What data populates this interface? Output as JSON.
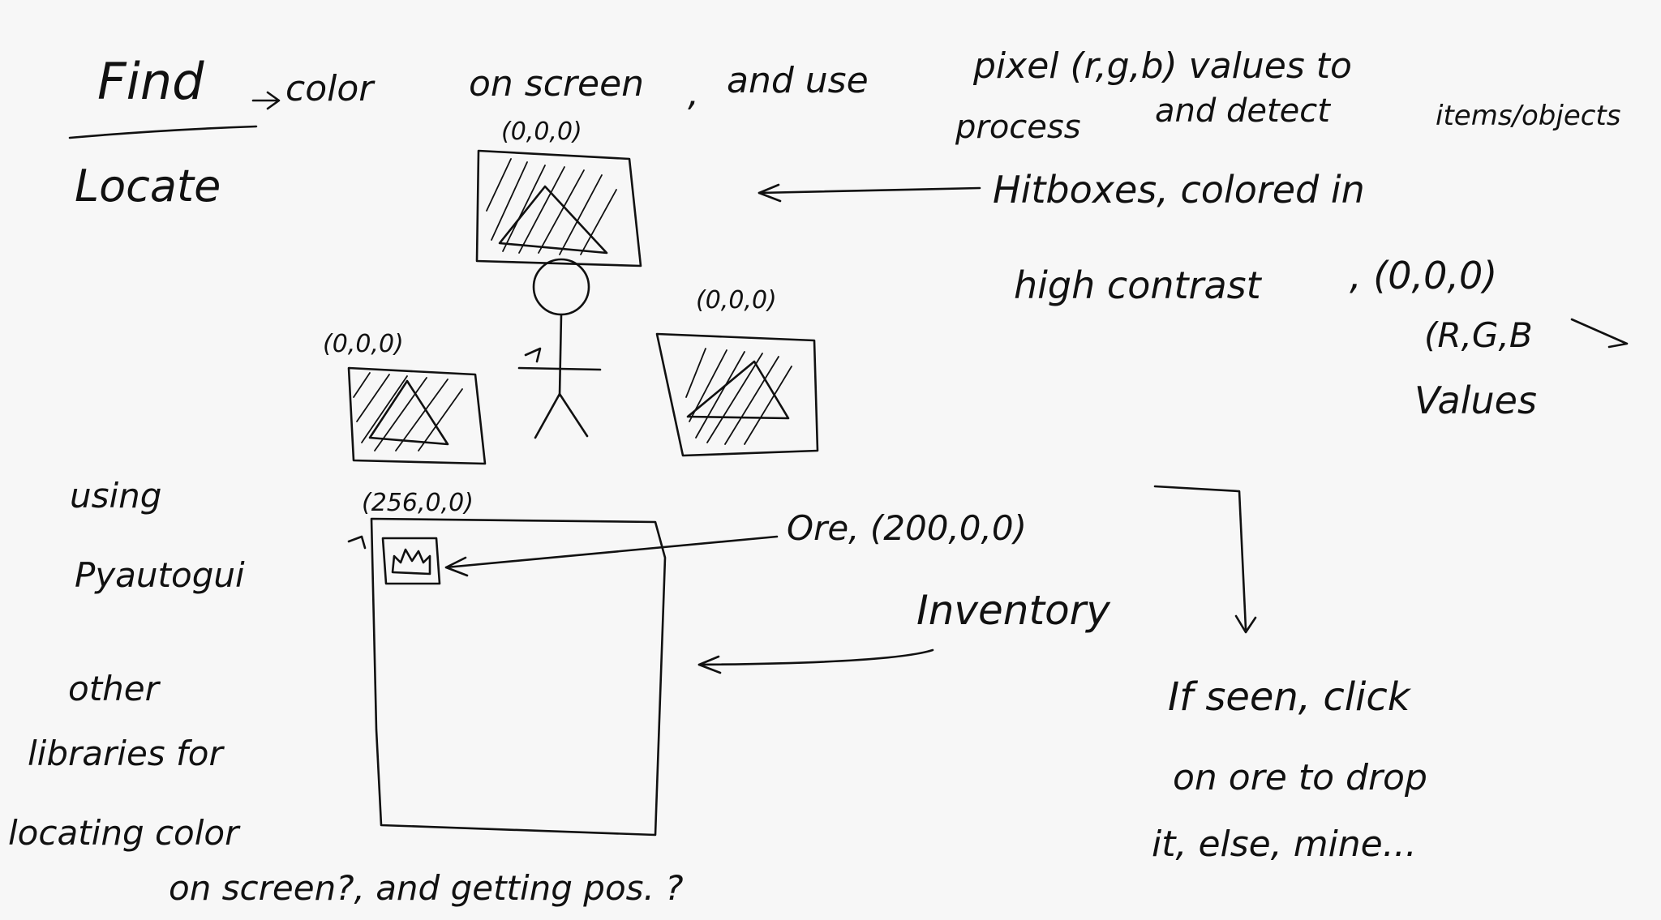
{
  "notes": {
    "heading_find": "Find",
    "heading_rest": "color",
    "on_screen": "on screen",
    "comma1": ",",
    "and_use": "and  use",
    "pixel_values": "pixel (r,g,b) values to",
    "process": "process",
    "and_detect": "and detect",
    "items_objects": "items/objects",
    "locate": "Locate",
    "hitboxes": "Hitboxes, colored in",
    "high_contrast": "high contrast",
    "contrast_value": ", (0,0,0)",
    "rgb": "(R,G,B",
    "values_word": "Values",
    "using": "using",
    "pyautogui": "Pyautogui",
    "other": "other",
    "libraries_for": "libraries for",
    "locating_color": "locating color",
    "on_screen_q": "on screen?, and getting pos. ?",
    "ore_label": "Ore, (200,0,0)",
    "inventory_label": "Inventory",
    "if_seen": "If seen, click",
    "on_ore_drop": "on ore to drop",
    "else_mine": "it, else, mine..."
  },
  "hitboxes": {
    "top_rgb": "(0,0,0)",
    "left_rgb": "(0,0,0)",
    "right_rgb": "(0,0,0)"
  },
  "inventory_box": {
    "rgb": "(256,0,0)"
  }
}
